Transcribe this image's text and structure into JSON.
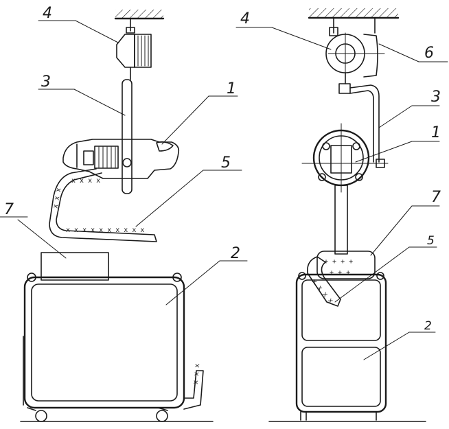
{
  "left_view": {
    "labels": {
      "l4": "4",
      "l3": "3",
      "l1": "1",
      "l5": "5",
      "l7": "7",
      "l2": "2"
    }
  },
  "right_view": {
    "labels": {
      "l4": "4",
      "l6": "6",
      "l3": "3",
      "l1": "1",
      "l7": "7",
      "l5": "5",
      "l2": "2"
    }
  },
  "colors": {
    "ink": "#1a1a1a",
    "paper": "#ffffff"
  }
}
